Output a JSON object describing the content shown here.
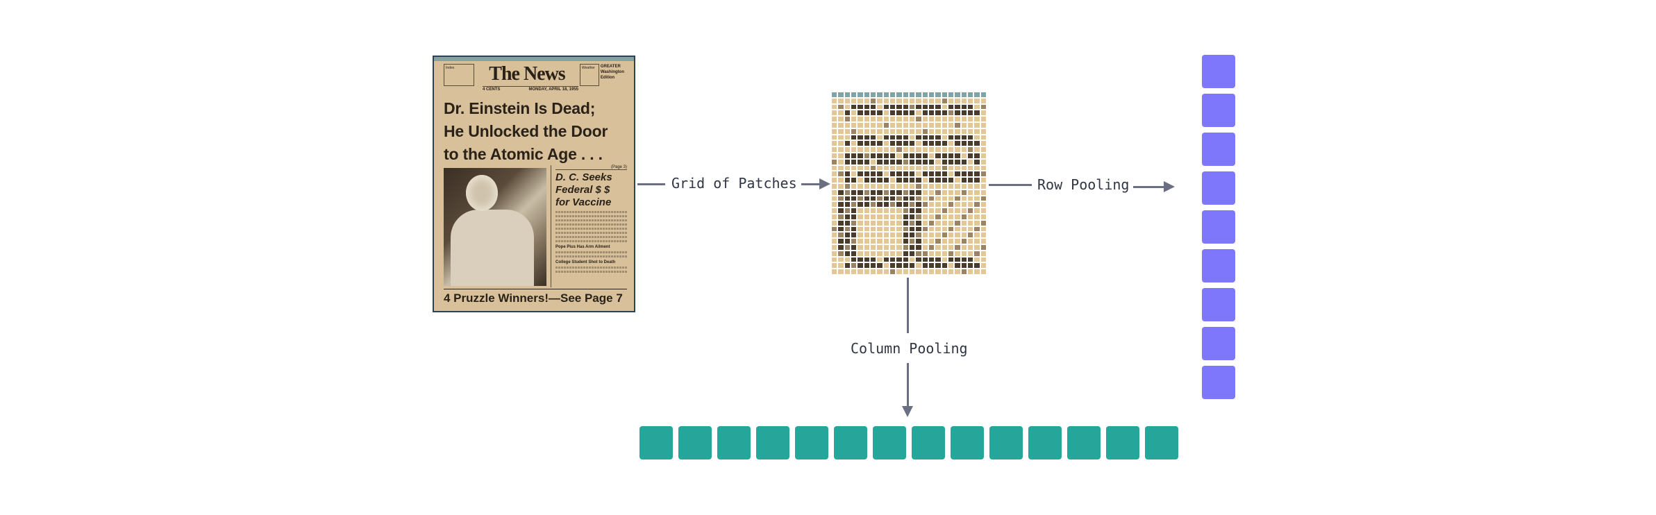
{
  "newspaper": {
    "index_label": "Index",
    "title": "The News",
    "price": "4 CENTS",
    "date": "MONDAY, APRIL 18, 1955",
    "weather_label": "Weather",
    "edition": [
      "GREATER",
      "Washington",
      "Edition"
    ],
    "headline": [
      "Dr. Einstein Is Dead;",
      "He Unlocked the Door",
      "to the Atomic Age . . ."
    ],
    "page_ref": "(Page 3)",
    "side_headline": [
      "D. C. Seeks",
      "Federal $ $",
      "for Vaccine"
    ],
    "subhead_1": "Pope Pius Has Arm Ailment",
    "subhead_2": "College Student Shot to Death",
    "footer": "4 Pruzzle Winners!—See Page 7"
  },
  "labels": {
    "grid_of_patches": "Grid of Patches",
    "row_pooling": "Row Pooling",
    "column_pooling": "Column Pooling"
  },
  "colors": {
    "row_tokens": "#7e77fb",
    "column_tokens": "#26a69a",
    "arrows": "#6b6f82"
  },
  "row_tokens": {
    "count": 9
  },
  "column_tokens": {
    "count": 14
  },
  "patch_grid": {
    "columns": 24,
    "rows": 30
  }
}
